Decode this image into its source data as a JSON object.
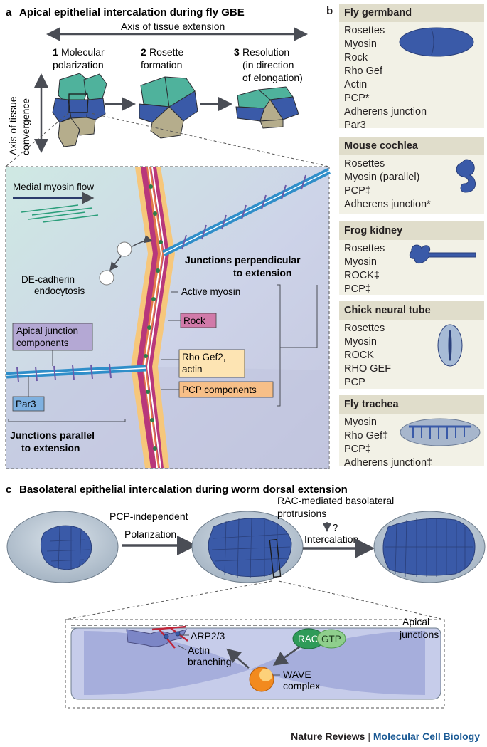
{
  "panel_a": {
    "letter": "a",
    "title": "Apical epithelial intercalation during fly GBE",
    "axis_extension": "Axis of tissue extension",
    "axis_convergence_1": "Axis of tissue",
    "axis_convergence_2": "convergence",
    "steps": [
      {
        "num": "1",
        "line1": "Molecular",
        "line2": "polarization",
        "line3": ""
      },
      {
        "num": "2",
        "line1": "Rosette",
        "line2": "formation",
        "line3": ""
      },
      {
        "num": "3",
        "line1": "Resolution",
        "line2": "(in direction",
        "line3": "of elongation)"
      }
    ],
    "medial_flow": "Medial myosin flow",
    "endocytosis_1": "DE-cadherin",
    "endocytosis_2": "endocytosis",
    "perp_1": "Junctions perpendicular",
    "perp_2": "to extension",
    "active_myosin": "Active myosin",
    "rock": "Rock",
    "rhogef_1": "Rho Gef2,",
    "rhogef_2": "actin",
    "pcp": "PCP components",
    "apical_1": "Apical junction",
    "apical_2": "components",
    "par3": "Par3",
    "parallel_1": "Junctions parallel",
    "parallel_2": "to extension"
  },
  "panel_b": {
    "letter": "b",
    "cards": [
      {
        "title": "Fly germband",
        "items": [
          "Rosettes",
          "Myosin",
          "Rock",
          "Rho Gef",
          "Actin",
          "PCP*",
          "Adherens junction",
          "Par3"
        ]
      },
      {
        "title": "Mouse cochlea",
        "items": [
          "Rosettes",
          "Myosin (parallel)",
          "PCP‡",
          "Adherens junction*"
        ]
      },
      {
        "title": "Frog kidney",
        "items": [
          "Rosettes",
          "Myosin",
          "ROCK‡",
          "PCP‡"
        ]
      },
      {
        "title": "Chick neural tube",
        "items": [
          "Rosettes",
          "Myosin",
          "ROCK",
          "RHO GEF",
          "PCP"
        ]
      },
      {
        "title": "Fly trachea",
        "items": [
          "Myosin",
          "Rho Gef‡",
          "PCP‡",
          "Adherens junction‡"
        ]
      }
    ]
  },
  "panel_c": {
    "letter": "c",
    "title": "Basolateral epithelial intercalation during worm dorsal extension",
    "pcp_independent": "PCP-independent",
    "polarization": "Polarization",
    "rac_mediated_1": "RAC-mediated basolateral",
    "rac_mediated_2": "protrusions",
    "question": "?",
    "intercalation": "Intercalation",
    "apical_1": "Apical",
    "apical_2": "junctions",
    "arp": "ARP2/3",
    "actin_1": "Actin",
    "actin_2": "branching",
    "rac": "RAC",
    "gtp": "GTP",
    "wave_1": "WAVE",
    "wave_2": "complex"
  },
  "footer": {
    "journal": "Nature Reviews",
    "separator": "|",
    "subtitle": "Molecular Cell Biology"
  },
  "colors": {
    "cell_blue": "#3a5aa8",
    "cell_teal": "#4fb29c",
    "cell_tan": "#b5ad8c",
    "membrane_magenta": "#b8377b",
    "membrane_orange": "#f0923b",
    "junction_blue": "#2f8ec9",
    "card_header": "#e0ddcb",
    "card_body": "#f2f1e6",
    "accent_blue": "#1b5a95"
  }
}
